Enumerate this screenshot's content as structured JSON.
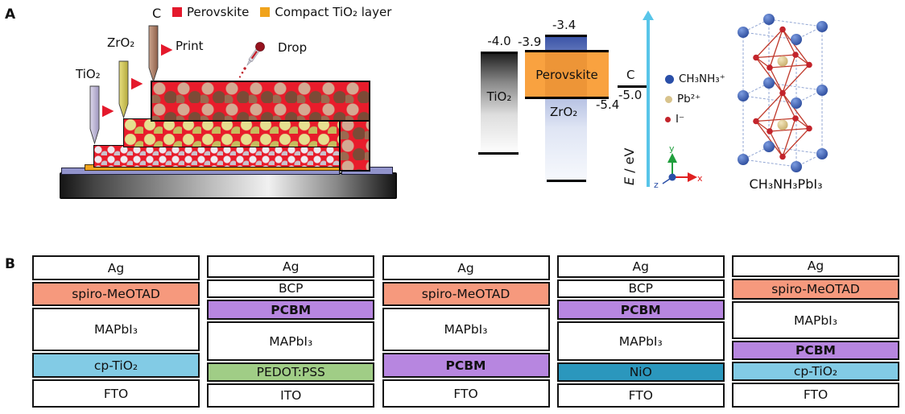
{
  "panel_a": {
    "label": "A",
    "legend": [
      {
        "label": "Perovskite",
        "color": "#e4192c"
      },
      {
        "label": "Compact TiO₂ layer",
        "color": "#f0a31c"
      }
    ],
    "printer": {
      "nozzles": [
        {
          "label": "TiO₂"
        },
        {
          "label": "ZrO₂"
        },
        {
          "label": "C"
        }
      ],
      "print_label": "Print",
      "drop_label": "Drop"
    },
    "energy": {
      "tio2_label": "TiO₂",
      "tio2_cb": "-4.0",
      "perovskite_label": "Perovskite",
      "perovskite_cb": "-3.9",
      "perovskite_vb": "-5.4",
      "zro2_label": "ZrO₂",
      "zro2_cb": "-3.4",
      "carbon_label": "C",
      "carbon_level": "-5.0",
      "axis_e": "E",
      "axis_unit": " / eV"
    },
    "crystal": {
      "ions": [
        {
          "label": "CH₃NH₃⁺",
          "color": "#2a4fa8"
        },
        {
          "label": "Pb²⁺",
          "color": "#d8c38c"
        },
        {
          "label": "I⁻",
          "color": "#c3242b"
        }
      ],
      "axes": {
        "x": "x",
        "y": "y",
        "z": "z"
      },
      "formula": "CH₃NH₃PbI₃"
    }
  },
  "panel_b": {
    "label": "B",
    "stacks": [
      {
        "layers": [
          {
            "label": "Ag",
            "bg": "#ffffff"
          },
          {
            "label": "spiro-MeOTAD",
            "bg": "#f6997d"
          },
          {
            "label": "MAPbI₃",
            "bg": "#ffffff"
          },
          {
            "label": "cp-TiO₂",
            "bg": "#82cbe5"
          },
          {
            "label": "FTO",
            "bg": "#ffffff"
          }
        ]
      },
      {
        "layers": [
          {
            "label": "Ag",
            "bg": "#ffffff"
          },
          {
            "label": "BCP",
            "bg": "#ffffff"
          },
          {
            "label": "PCBM",
            "bg": "#b786e0"
          },
          {
            "label": "MAPbI₃",
            "bg": "#ffffff"
          },
          {
            "label": "PEDOT:PSS",
            "bg": "#a0cd86"
          },
          {
            "label": "ITO",
            "bg": "#ffffff"
          }
        ]
      },
      {
        "layers": [
          {
            "label": "Ag",
            "bg": "#ffffff"
          },
          {
            "label": "spiro-MeOTAD",
            "bg": "#f6997d"
          },
          {
            "label": "MAPbI₃",
            "bg": "#ffffff"
          },
          {
            "label": "PCBM",
            "bg": "#b786e0"
          },
          {
            "label": "FTO",
            "bg": "#ffffff"
          }
        ]
      },
      {
        "layers": [
          {
            "label": "Ag",
            "bg": "#ffffff"
          },
          {
            "label": "BCP",
            "bg": "#ffffff"
          },
          {
            "label": "PCBM",
            "bg": "#b786e0"
          },
          {
            "label": "MAPbI₃",
            "bg": "#ffffff"
          },
          {
            "label": "NiO",
            "bg": "#2b97bd"
          },
          {
            "label": "FTO",
            "bg": "#ffffff"
          }
        ]
      },
      {
        "layers": [
          {
            "label": "Ag",
            "bg": "#ffffff"
          },
          {
            "label": "spiro-MeOTAD",
            "bg": "#f6997d"
          },
          {
            "label": "MAPbI₃",
            "bg": "#ffffff"
          },
          {
            "label": "PCBM",
            "bg": "#b786e0"
          },
          {
            "label": "cp-TiO₂",
            "bg": "#82cbe5"
          },
          {
            "label": "FTO",
            "bg": "#ffffff"
          }
        ]
      }
    ]
  }
}
